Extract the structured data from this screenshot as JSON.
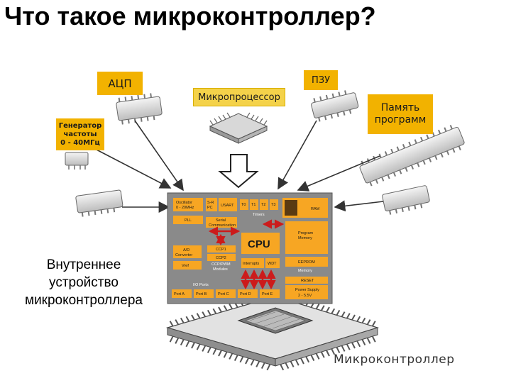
{
  "title": "Что такое микроконтроллер?",
  "labels": {
    "adc": "АЦП",
    "microprocessor": "Микропроцессор",
    "rom": "ПЗУ",
    "program_memory": [
      "Память",
      "программ"
    ],
    "generator": [
      "Генератор",
      "частоты",
      "0 - 40МГц"
    ],
    "inner": [
      "Внутреннее",
      "устройство",
      "микроконтроллера"
    ],
    "microcontroller": "Микроконтроллер"
  },
  "block_diagram": {
    "oscillator": [
      "Oscillator",
      "0 - 20MHz"
    ],
    "sr_pc": [
      "S-R",
      "PC"
    ],
    "usart": "USART",
    "timers": [
      "T0",
      "T1",
      "T2",
      "T3"
    ],
    "timers_label": "Timers",
    "ram": "RAM",
    "pll": "PLL",
    "serial": [
      "Serial",
      "Communication"
    ],
    "cpu": "CPU",
    "program_memory": [
      "Program",
      "Memory"
    ],
    "ad": [
      "A/D",
      "Converter"
    ],
    "ccp1": "CCP1",
    "ccp2": "CCP2",
    "ccp_modules": [
      "CCP/PWM",
      "Modules"
    ],
    "vref": "Vref",
    "interrupts": "Interrupts",
    "wdt": "WDT",
    "eeprom": "EEPROM",
    "memory": "Memory",
    "io_ports": "I/O Ports",
    "ports": [
      "Port A",
      "Port B",
      "Port C",
      "Port D",
      "Port E"
    ],
    "reset": "RESET",
    "power": [
      "Power Supply",
      "2 - 5.5V"
    ]
  },
  "colors": {
    "label_yellow": "#f2b200",
    "board_gray": "#8a8a8a",
    "block_orange": "#f7a623",
    "arrow_red": "#cc1b1b"
  }
}
